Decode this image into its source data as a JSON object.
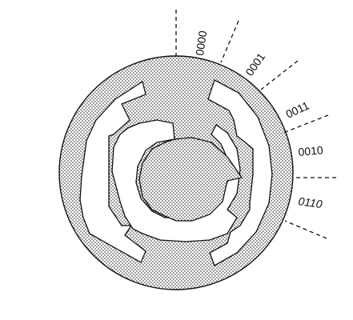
{
  "diagram": {
    "type": "gray-code-encoder-disc",
    "colors": {
      "stroke": "#111111",
      "dot": "#222222",
      "background": "#ffffff"
    },
    "sector_labels": [
      {
        "text": "0000",
        "italic": false
      },
      {
        "text": "0001",
        "italic": false
      },
      {
        "text": "0011",
        "italic": false
      },
      {
        "text": "0010",
        "italic": false
      },
      {
        "text": "0110",
        "italic": true
      }
    ]
  }
}
